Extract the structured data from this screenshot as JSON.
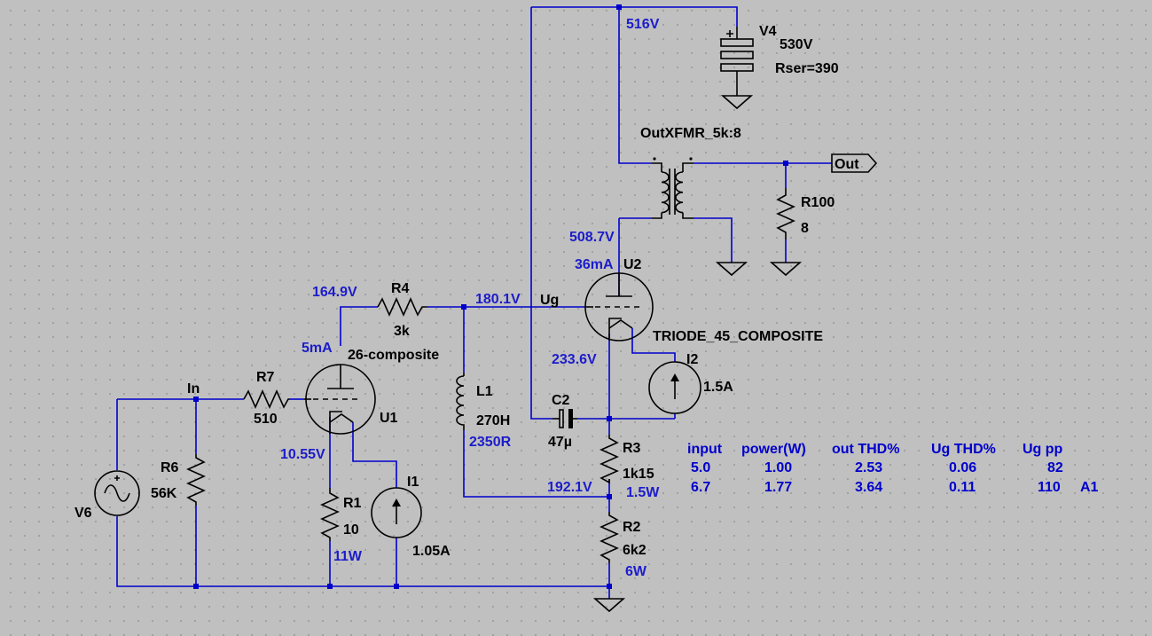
{
  "components": {
    "v4": {
      "ref": "V4",
      "value": "530V",
      "param": "Rser=390"
    },
    "xfmr": {
      "name": "OutXFMR_5k:8"
    },
    "out_port": {
      "label": "Out"
    },
    "r100": {
      "ref": "R100",
      "value": "8"
    },
    "u2": {
      "ref": "U2",
      "model": "TRIODE_45_COMPOSITE"
    },
    "i2": {
      "ref": "I2",
      "value": "1.5A"
    },
    "r4": {
      "ref": "R4",
      "value": "3k"
    },
    "ug": {
      "label": "Ug"
    },
    "u1": {
      "ref": "U1",
      "model": "26-composite"
    },
    "r7": {
      "ref": "R7",
      "value": "510"
    },
    "in": {
      "label": "In"
    },
    "r6": {
      "ref": "R6",
      "value": "56K"
    },
    "v6": {
      "ref": "V6"
    },
    "l1": {
      "ref": "L1",
      "value": "270H",
      "param": "2350R"
    },
    "c2": {
      "ref": "C2",
      "value": "47µ"
    },
    "r3": {
      "ref": "R3",
      "value": "1k15",
      "power": "1.5W"
    },
    "r2": {
      "ref": "R2",
      "value": "6k2",
      "power": "6W"
    },
    "r1": {
      "ref": "R1",
      "value": "10",
      "power": "11W"
    },
    "i1": {
      "ref": "I1",
      "value": "1.05A"
    }
  },
  "annotations": {
    "v_b_plus": "516V",
    "v_u2_plate": "508.7V",
    "i_u2": "36mA",
    "v_ug": "180.1V",
    "v_u1_plate": "164.9V",
    "i_u1": "5mA",
    "v_u2_cathode": "233.6V",
    "v_u1_cathode": "10.55V",
    "v_r3_r2": "192.1V"
  },
  "table": {
    "headers": [
      "input",
      "power(W)",
      "out THD%",
      "Ug THD%",
      "Ug pp"
    ],
    "rows": [
      [
        "5.0",
        "1.00",
        "2.53",
        "0.06",
        "82"
      ],
      [
        "6.7",
        "1.77",
        "3.64",
        "0.11",
        "110"
      ]
    ],
    "row_note": "A1"
  },
  "colors": {
    "background": "#c0c0c0",
    "wire": "#0000cc",
    "component": "#000000",
    "annotation": "#1c1ccc"
  }
}
